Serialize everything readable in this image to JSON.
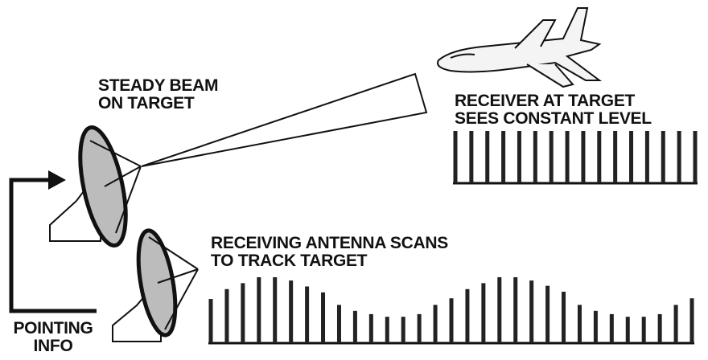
{
  "labels": {
    "steady_beam": [
      "STEADY BEAM",
      "ON TARGET"
    ],
    "receiver": [
      "RECEIVER AT TARGET",
      "SEES CONSTANT LEVEL"
    ],
    "scanning": [
      "RECEIVING ANTENNA SCANS",
      "TO TRACK TARGET"
    ],
    "pointing": [
      "POINTING",
      "INFO"
    ]
  },
  "pulse_trains": {
    "constant_level": {
      "count": 16,
      "relative_heights": [
        1,
        1,
        1,
        1,
        1,
        1,
        1,
        1,
        1,
        1,
        1,
        1,
        1,
        1,
        1,
        1
      ]
    },
    "scanning": {
      "relative_heights": [
        0.67,
        0.82,
        0.91,
        1.0,
        1.0,
        0.95,
        0.86,
        0.77,
        0.58,
        0.49,
        0.44,
        0.4,
        0.4,
        0.44,
        0.58,
        0.68,
        0.82,
        0.91,
        1.0,
        1.0,
        0.95,
        0.87,
        0.78,
        0.58,
        0.49,
        0.44,
        0.4,
        0.4,
        0.44,
        0.58,
        0.68
      ]
    }
  },
  "colors": {
    "ink": "#111111",
    "shade": "#9a9a9a"
  }
}
